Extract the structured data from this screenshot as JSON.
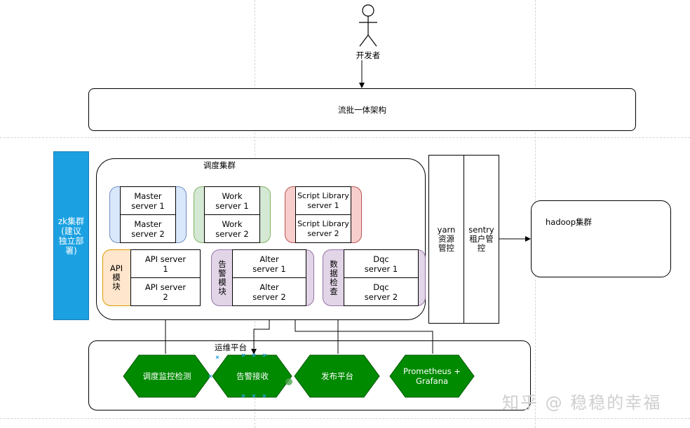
{
  "developer": {
    "label": "开发者"
  },
  "top_arch": {
    "label": "流批一体架构"
  },
  "zk": {
    "label": "zk集群(建议独立部署)"
  },
  "cluster": {
    "title": "调度集群"
  },
  "master": {
    "server1": "Master server 1",
    "server2": "Master server 2"
  },
  "work": {
    "server1": "Work server 1",
    "server2": "Work server 2"
  },
  "script": {
    "server1": "Script Library server 1",
    "server2": "Script Library server 2"
  },
  "api": {
    "module_label": "API模块",
    "server1": "API server 1",
    "server2": "API server 2"
  },
  "alter": {
    "module_label": "告警模块",
    "server1": "Alter server 1",
    "server2": "Alter server 2"
  },
  "dqc": {
    "module_label": "数据检查",
    "server1": "Dqc server 1",
    "server2": "Dqc server 2"
  },
  "yarn": {
    "label": "yarn资源管控"
  },
  "sentry": {
    "label": "sentry租户管控"
  },
  "hadoop": {
    "label": "hadoop集群"
  },
  "ops": {
    "title": "运维平台",
    "items": [
      "调度监控检测",
      "告警接收",
      "发布平台",
      "Prometheus + Grafana"
    ]
  },
  "watermark": "知乎 @ 稳稳的幸福",
  "colors": {
    "zk_bar": "#1ba1e2",
    "master_bg": "#dae8fc",
    "master_border": "#6c8ebf",
    "work_bg": "#d5e8d4",
    "work_border": "#82b366",
    "script_bg": "#f8cecc",
    "script_border": "#b85450",
    "api_bg": "#ffe6cc",
    "api_border": "#d79b00",
    "alter_bg": "#e1d5e7",
    "alter_border": "#9673a6",
    "hex_fill": "#008a00",
    "hex_border": "#005700"
  }
}
